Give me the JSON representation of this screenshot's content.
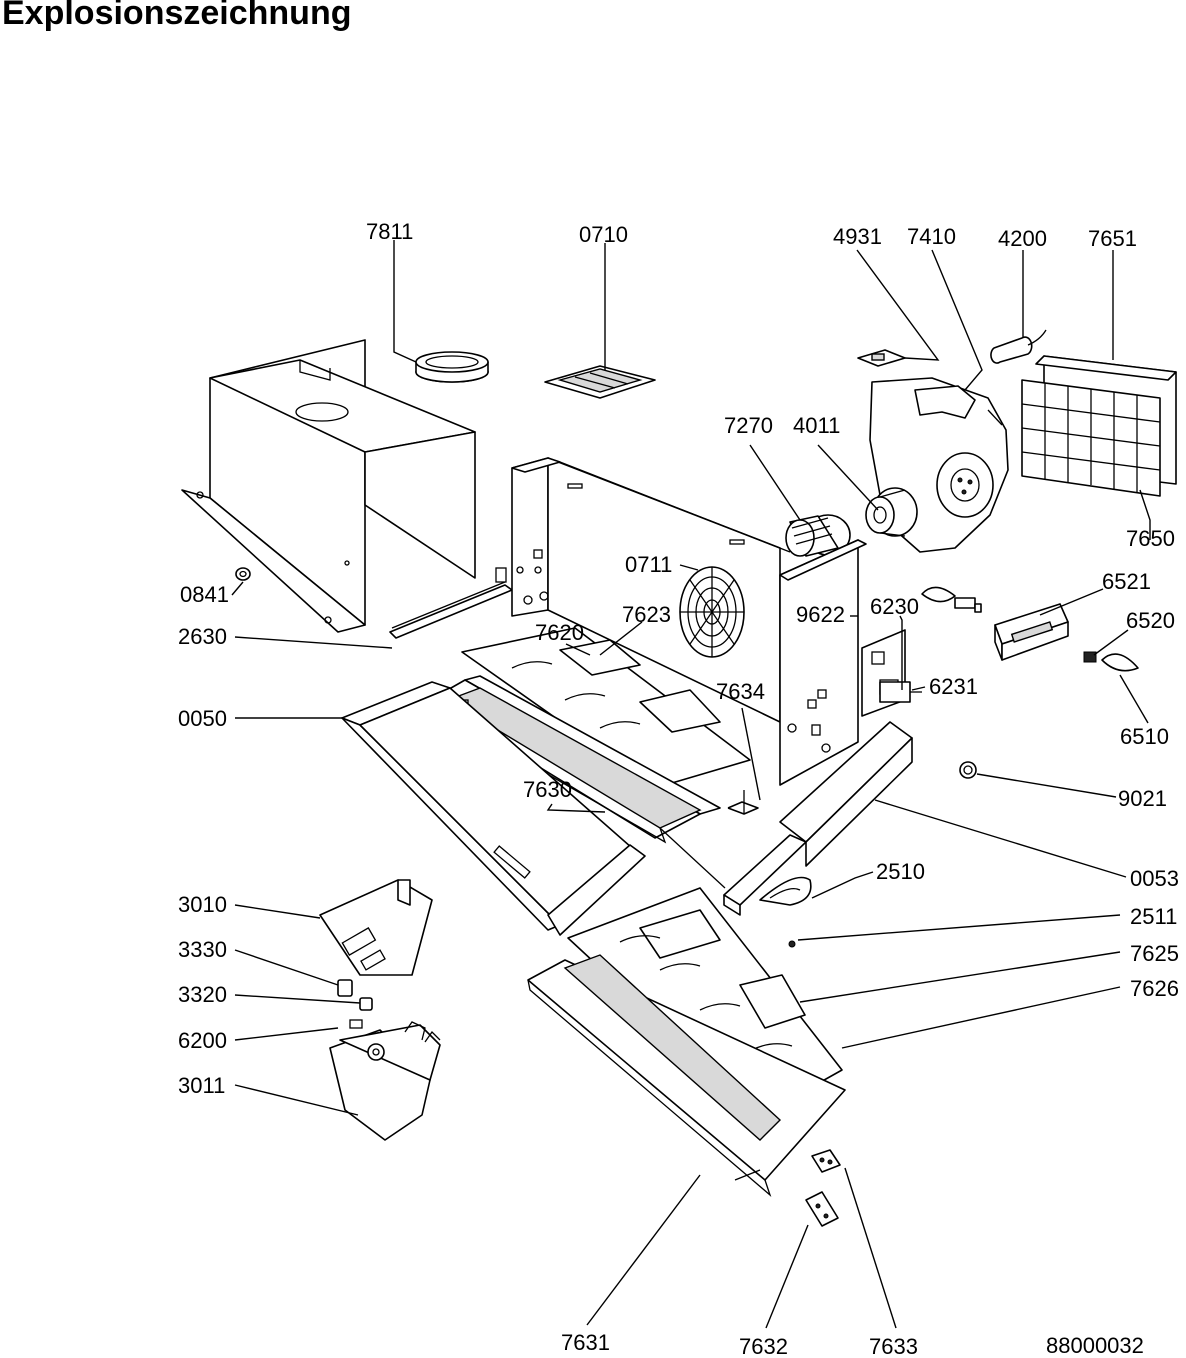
{
  "title": "Explosionszeichnung",
  "drawing_number": "88000032",
  "part_labels": {
    "p7811": "7811",
    "p0710": "0710",
    "p4931": "4931",
    "p7410": "7410",
    "p4200": "4200",
    "p7651": "7651",
    "p7270": "7270",
    "p4011": "4011",
    "p7650": "7650",
    "p0711": "0711",
    "p0841": "0841",
    "p6521": "6521",
    "p7623": "7623",
    "p9622": "9622",
    "p6230": "6230",
    "p2630": "2630",
    "p7620": "7620",
    "p6520": "6520",
    "p6231": "6231",
    "p7634": "7634",
    "p0050": "0050",
    "p6510": "6510",
    "p7630": "7630",
    "p9021": "9021",
    "p0053": "0053",
    "p2510": "2510",
    "p3010": "3010",
    "p2511": "2511",
    "p7625": "7625",
    "p3330": "3330",
    "p7626": "7626",
    "p3320": "3320",
    "p6200": "6200",
    "p3011": "3011",
    "p7631": "7631",
    "p7632": "7632",
    "p7633": "7633"
  }
}
